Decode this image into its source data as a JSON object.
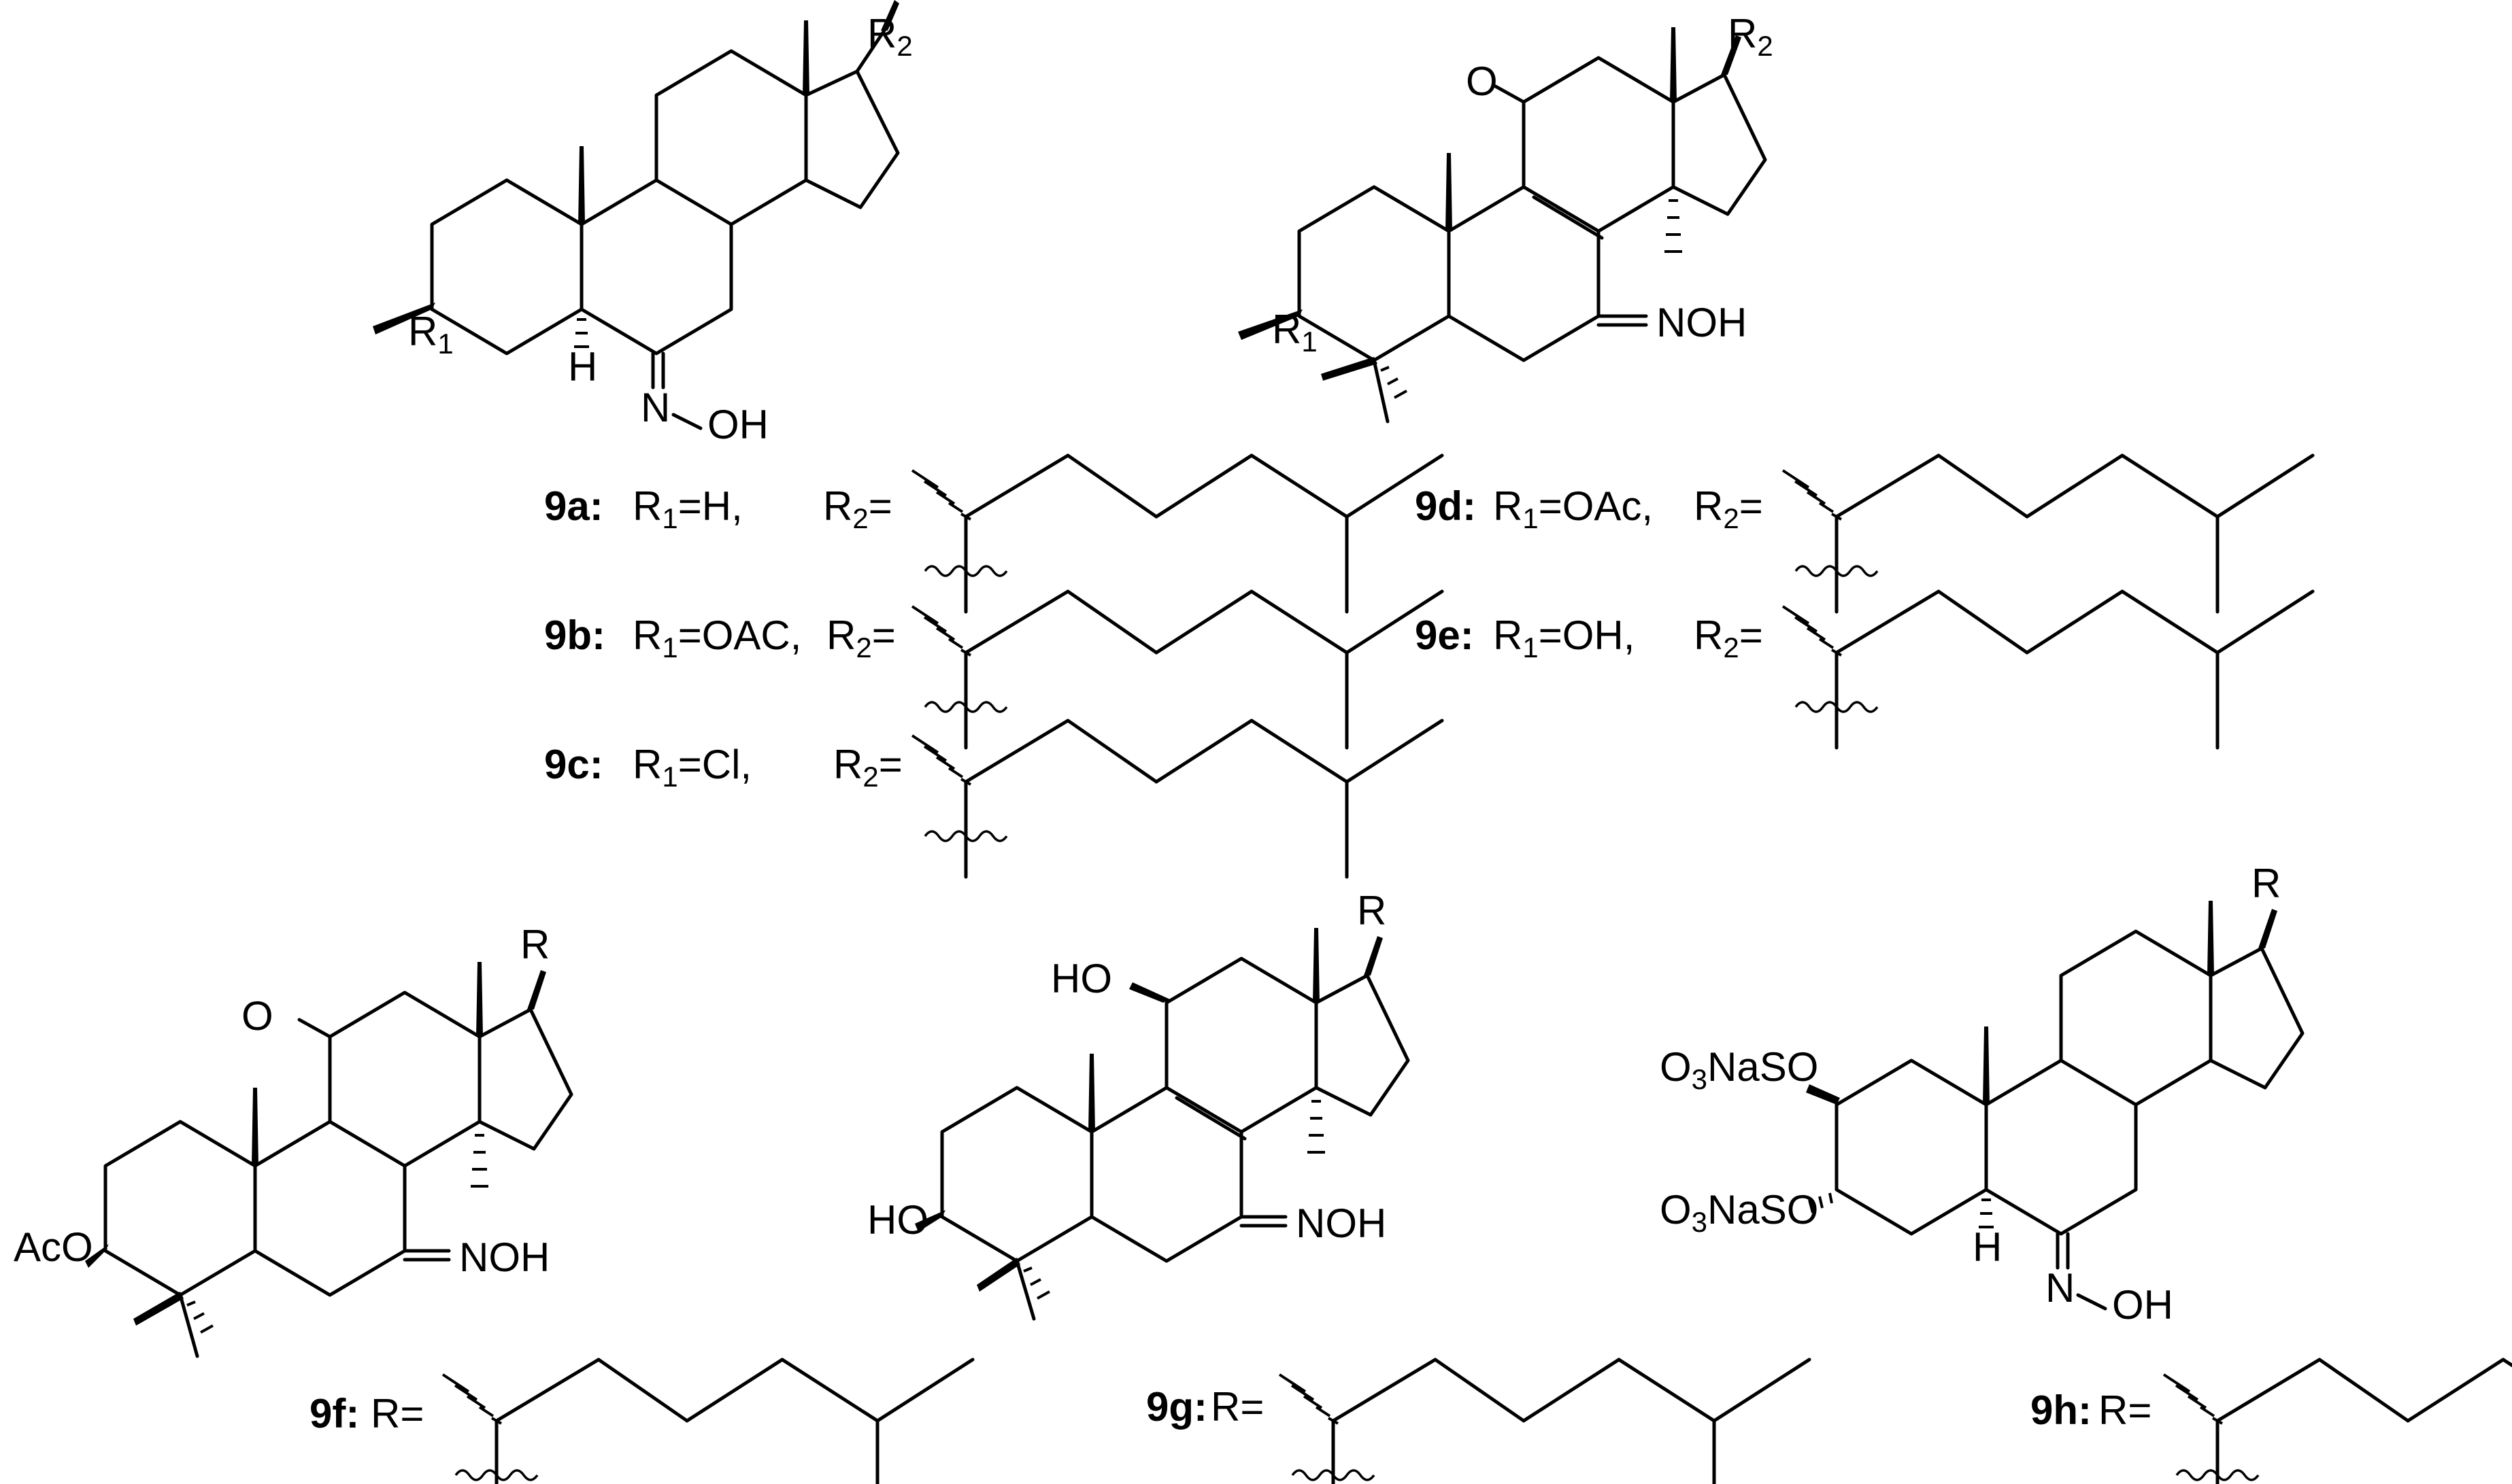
{
  "compounds": [
    {
      "id": "9a",
      "label": "9a:",
      "r1": "R",
      "r1_sub": "1",
      "r1_eq": "=H,",
      "r2": "R",
      "r2_sub": "2",
      "r2_eq": "="
    },
    {
      "id": "9b",
      "label": "9b:",
      "r1": "R",
      "r1_sub": "1",
      "r1_eq": "=OAC,",
      "r2": "R",
      "r2_sub": "2",
      "r2_eq": "="
    },
    {
      "id": "9c",
      "label": "9c:",
      "r1": "R",
      "r1_sub": "1",
      "r1_eq": "=Cl,",
      "r2": "R",
      "r2_sub": "2",
      "r2_eq": "="
    },
    {
      "id": "9d",
      "label": "9d:",
      "r1": "R",
      "r1_sub": "1",
      "r1_eq": "=OAc,",
      "r2": "R",
      "r2_sub": "2",
      "r2_eq": "="
    },
    {
      "id": "9e",
      "label": "9e:",
      "r1": "R",
      "r1_sub": "1",
      "r1_eq": "=OH,",
      "r2": "R",
      "r2_sub": "2",
      "r2_eq": "="
    },
    {
      "id": "9f",
      "label": "9f:",
      "r": "R="
    },
    {
      "id": "9g",
      "label": "9g:",
      "r": "R="
    },
    {
      "id": "9h",
      "label": "9h:",
      "r": "R="
    }
  ],
  "atoms": {
    "R": "R",
    "sub1": "1",
    "sub2": "2",
    "sub3": "3",
    "H": "H",
    "N": "N",
    "OH": "OH",
    "O": "O",
    "NOH": "NOH",
    "HO": "HO",
    "AcO": "AcO",
    "NaSO": "NaSO",
    "O_prefix": "O"
  }
}
